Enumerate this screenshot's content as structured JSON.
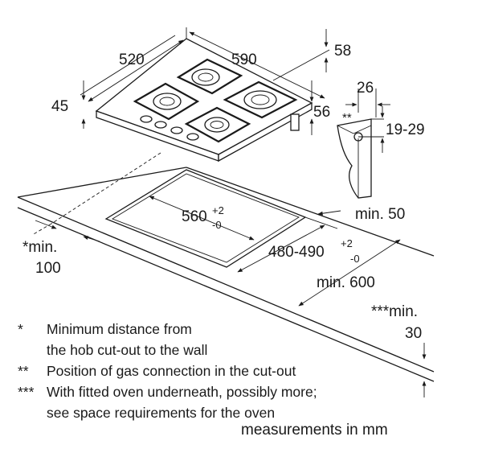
{
  "dimensions": {
    "hob_depth": "520",
    "hob_width": "590",
    "hob_height": "45",
    "top_right": "58",
    "side_offset": "56",
    "gas_width": "26",
    "gas_mark": "**",
    "gas_height": "19-29",
    "cutout_width_main": "560",
    "cutout_width_tol_plus": "+2",
    "cutout_width_tol_minus": "-0",
    "cutout_depth_main": "480-490",
    "cutout_depth_tol_plus": "+2",
    "cutout_depth_tol_minus": "-0",
    "wall_min_label": "*min.",
    "wall_min_value": "100",
    "edge_min": "min. 50",
    "worktop_min": "min. 600",
    "oven_min_label": "***min.",
    "oven_min_value": "30"
  },
  "legend": [
    {
      "mark": "*",
      "text": "Minimum distance from"
    },
    {
      "mark": "",
      "text": "the hob cut-out to the wall"
    },
    {
      "mark": "**",
      "text": "Position of gas connection in the cut-out"
    },
    {
      "mark": "***",
      "text": "With fitted oven underneath, possibly more;"
    },
    {
      "mark": "",
      "text": "see space requirements for the oven"
    }
  ],
  "units_note": "measurements in mm"
}
